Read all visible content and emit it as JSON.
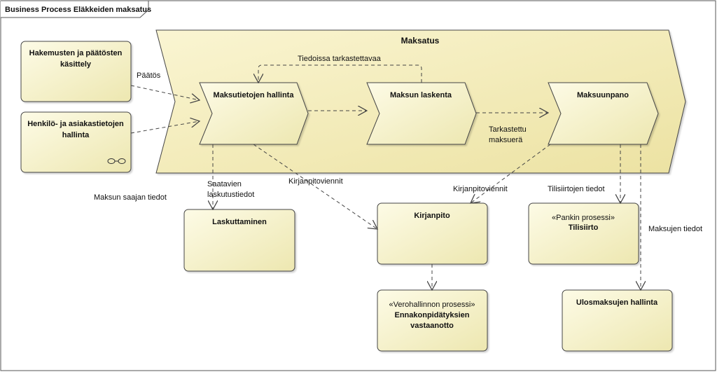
{
  "frame": {
    "title": "Business Process Eläkkeiden maksatus"
  },
  "main_process": {
    "label": "Maksatus"
  },
  "steps": {
    "maksutiedot": "Maksutietojen hallinta",
    "laskenta": "Maksun laskenta",
    "maksuunpano": "Maksuunpano"
  },
  "external_processes": {
    "hakemukset": [
      "Hakemusten ja päätösten",
      "käsittely"
    ],
    "henkilotiedot": [
      "Henkilö- ja asiakastietojen",
      "hallinta"
    ],
    "laskuttaminen": "Laskuttaminen",
    "kirjanpito": "Kirjanpito",
    "tilisiirto": {
      "stereotype": "«Pankin prosessi»",
      "name": "Tilisiirto"
    },
    "ennakonpidatys": {
      "stereotype": "«Verohallinnon prosessi»",
      "name": [
        "Ennakonpidätyksien",
        "vastaanotto"
      ]
    },
    "ulosmaksut": "Ulosmaksujen hallinta"
  },
  "flow_labels": {
    "paatos": "Päätös",
    "tiedoissa": "Tiedoissa tarkastettavaa",
    "tarkastettu": [
      "Tarkastettu",
      "maksuerä"
    ],
    "maksun_saajan": "Maksun saajan tiedot",
    "saatavien": [
      "Saatavien",
      "laskutustiedot"
    ],
    "kirjanpitoviennit_1": "Kirjanpitoviennit",
    "kirjanpitoviennit_2": "Kirjanpitoviennit",
    "tilisiirtojen": "Tilisiirtojen tiedot",
    "maksujen": "Maksujen tiedot"
  },
  "colors": {
    "fill_light": "#fdfbe6",
    "fill_dark": "#ede7b0",
    "border": "#333333"
  }
}
